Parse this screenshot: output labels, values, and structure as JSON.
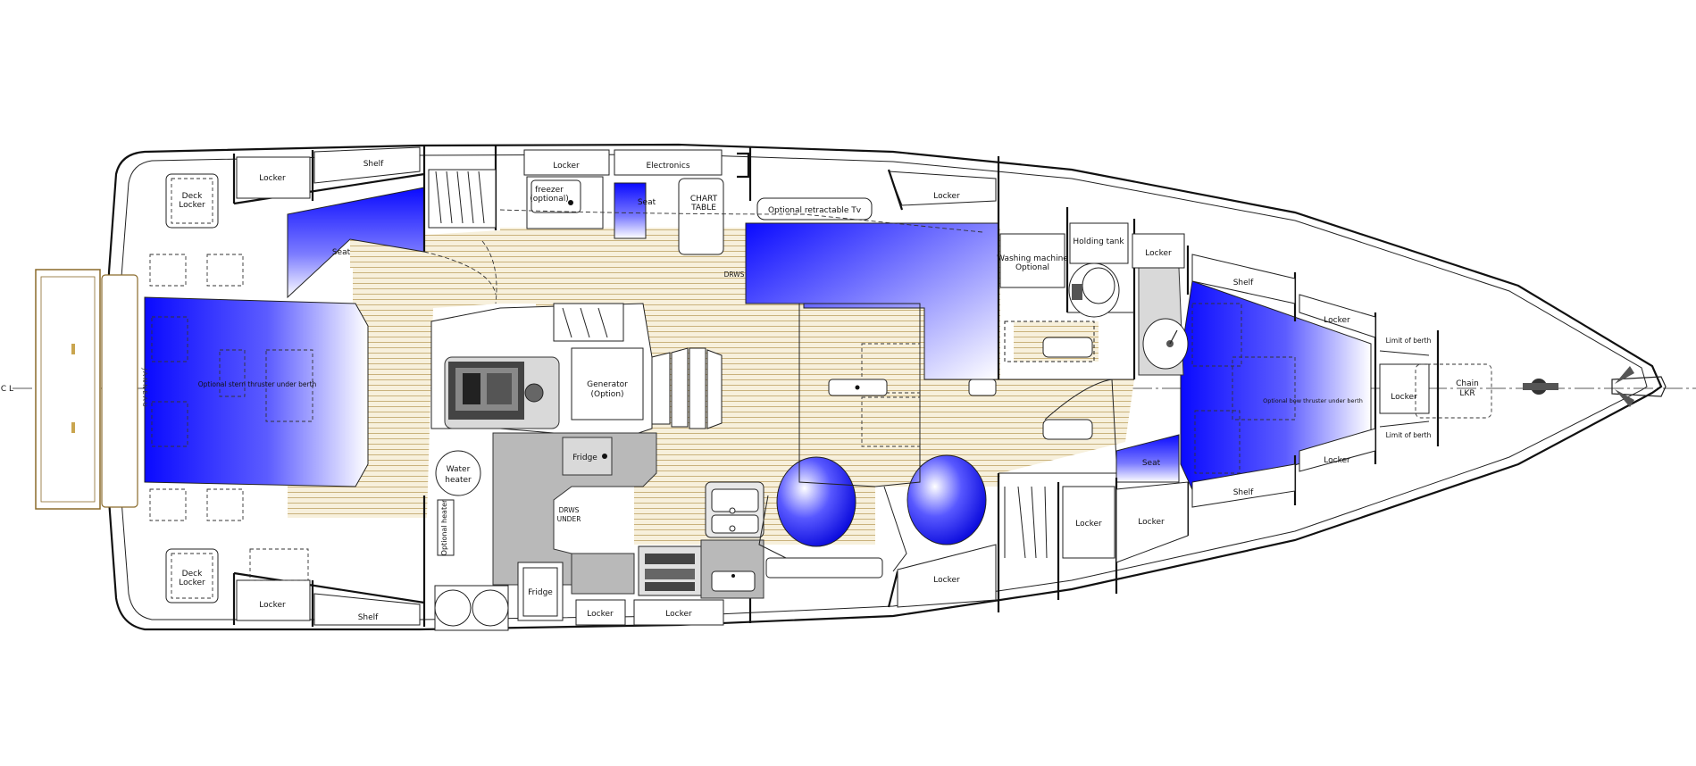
{
  "diagram": {
    "centerline_label": "C L",
    "colors": {
      "hull_line": "#111111",
      "cushion_blue": "#1a1aff",
      "floor_plank": "#c8b27a",
      "floor_base": "#f6efd9",
      "galley_grey": "#b9b9b9"
    },
    "labels": {
      "deck_locker_aft_top": [
        "Deck",
        "Locker"
      ],
      "deck_locker_aft_bottom": [
        "Deck",
        "Locker"
      ],
      "locker_aft_top": "Locker",
      "shelf_aft_top": "Shelf",
      "locker_aft_bottom": "Locker",
      "shelf_aft_bottom": "Shelf",
      "seat_aft_cabin": "Seat",
      "stern_thruster": "Optional stern thruster under berth",
      "locker_nav_top": "Locker",
      "electronics": "Electronics",
      "freezer": [
        "freezer",
        "(optional)"
      ],
      "seat_nav": "Seat",
      "chart_table": [
        "CHART",
        "TABLE"
      ],
      "drws_nav": "DRWS",
      "retractable_tv": "Optional retractable Tv",
      "locker_saloon_top": "Locker",
      "generator": [
        "Generator",
        "(Option)"
      ],
      "fridge_galley": "Fridge",
      "water_heater": [
        "Water",
        "heater"
      ],
      "optional_heater": "Optional heater",
      "drws_under": [
        "DRWS",
        "UNDER"
      ],
      "fridge_bottom": "Fridge",
      "locker_galley_bottom_1": "Locker",
      "locker_galley_bottom_2": "Locker",
      "locker_saloon_bottom": "Locker",
      "washing_machine": [
        "Washing machine",
        "Optional"
      ],
      "holding_tank": "Holding tank",
      "locker_head": "Locker",
      "shelf_fwd_top": "Shelf",
      "locker_fwd_top": "Locker",
      "limit_berth_top": "Limit of berth",
      "seat_fwd": "Seat",
      "bow_thruster": "Optional bow thruster under berth",
      "locker_fwd_bottom": "Locker",
      "shelf_fwd_bottom": "Shelf",
      "limit_berth_bottom": "Limit of berth",
      "locker_fwd_mid_1": "Locker",
      "locker_fwd_mid_2": "Locker",
      "locker_bow": "Locker",
      "chain_locker": [
        "Chain",
        "LKR"
      ],
      "transom_brand": "JANNEAU"
    }
  }
}
